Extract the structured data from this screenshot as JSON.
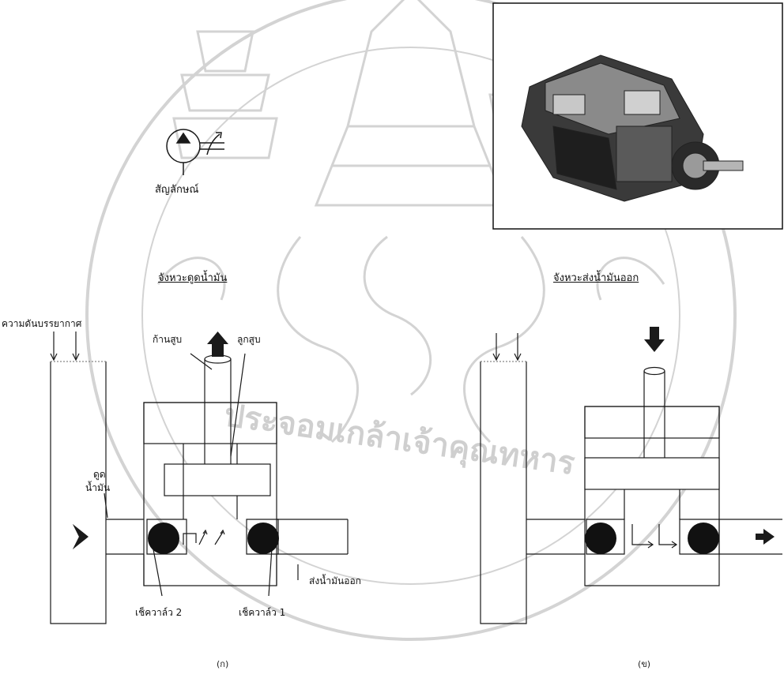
{
  "symbol": {
    "label": "สัญลักษณ์"
  },
  "headings": {
    "suction_stroke": "จังหวะดูดน้ำมัน",
    "discharge_stroke": "จังหวะส่งน้ำมันออก"
  },
  "labels": {
    "atmospheric_pressure": "ความดันบรรยากาศ",
    "piston_rod": "ก้านสูบ",
    "piston": "ลูกสูบ",
    "suction_oil_line1": "ดูด",
    "suction_oil_line2": "น้ำมัน",
    "discharge_oil": "ส่งน้ำมันออก",
    "check_valve_2": "เช็ควาล์ว 2",
    "check_valve_1": "เช็ควาล์ว 1"
  },
  "captions": {
    "left": "(ก)",
    "right": "(ข)"
  },
  "watermark": {
    "text": "ประจอมเกล้าเจ้าคุณทหาร"
  },
  "colors": {
    "line": "#1a1a1a",
    "watermark": "#c9c9c9",
    "ball": "#111111"
  }
}
